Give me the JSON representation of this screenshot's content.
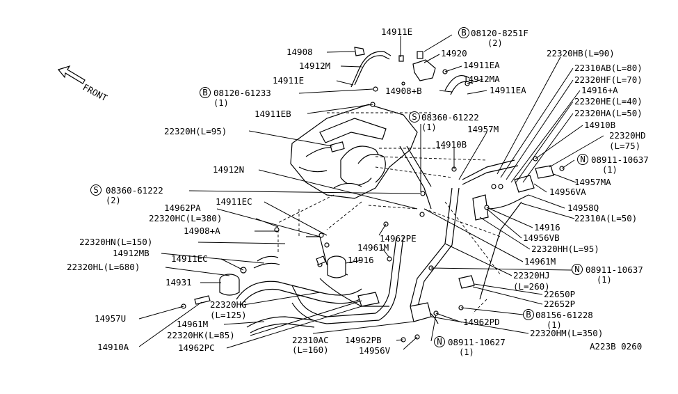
{
  "diagram": {
    "front_label": "FRONT",
    "diagram_code": "A223B  0260",
    "circle_prefixes": {
      "B": "B",
      "S": "S",
      "N": "N"
    },
    "labels": [
      {
        "id": "l01",
        "text": "14911E"
      },
      {
        "id": "l02",
        "text": "08120-8251F",
        "prefix": "B",
        "qty": "(2)"
      },
      {
        "id": "l03",
        "text": "14908"
      },
      {
        "id": "l04",
        "text": "14920"
      },
      {
        "id": "l05",
        "text": "14912M"
      },
      {
        "id": "l06",
        "text": "14911EA"
      },
      {
        "id": "l07",
        "text": "14911E"
      },
      {
        "id": "l08",
        "text": "14912MA"
      },
      {
        "id": "l09",
        "text": "08120-61233",
        "prefix": "B",
        "qty": "(1)"
      },
      {
        "id": "l10",
        "text": "14908+B"
      },
      {
        "id": "l11",
        "text": "14911EA"
      },
      {
        "id": "l12",
        "text": "14911EB"
      },
      {
        "id": "l13",
        "text": "08360-61222",
        "prefix": "S",
        "qty": "(1)"
      },
      {
        "id": "l14",
        "text": "22320H(L=95)"
      },
      {
        "id": "l15",
        "text": "14957M"
      },
      {
        "id": "l16",
        "text": "14910B"
      },
      {
        "id": "l17",
        "text": "22320HB(L=90)"
      },
      {
        "id": "l18",
        "text": "22310AB(L=80)"
      },
      {
        "id": "l19",
        "text": "22320HF(L=70)"
      },
      {
        "id": "l20",
        "text": "14916+A"
      },
      {
        "id": "l21",
        "text": "22320HE(L=40)"
      },
      {
        "id": "l22",
        "text": "22320HA(L=50)"
      },
      {
        "id": "l23",
        "text": "14910B"
      },
      {
        "id": "l24",
        "text": "22320HD"
      },
      {
        "id": "l25",
        "text": "(L=75)"
      },
      {
        "id": "l26",
        "text": "08911-10637",
        "prefix": "N",
        "qty": "(1)"
      },
      {
        "id": "l27",
        "text": "14912N"
      },
      {
        "id": "l28",
        "text": "14957MA"
      },
      {
        "id": "l29",
        "text": "14956VA"
      },
      {
        "id": "l30",
        "text": "08360-61222",
        "prefix": "S",
        "qty": "(2)"
      },
      {
        "id": "l31",
        "text": "14958Q"
      },
      {
        "id": "l32",
        "text": "14911EC"
      },
      {
        "id": "l33",
        "text": "14962PA"
      },
      {
        "id": "l34",
        "text": "22310A(L=50)"
      },
      {
        "id": "l35",
        "text": "22320HC(L=380)"
      },
      {
        "id": "l36",
        "text": "14916"
      },
      {
        "id": "l37",
        "text": "14908+A"
      },
      {
        "id": "l38",
        "text": "14962PE"
      },
      {
        "id": "l39",
        "text": "14956VB"
      },
      {
        "id": "l40",
        "text": "22320HN(L=150)"
      },
      {
        "id": "l41",
        "text": "14961M"
      },
      {
        "id": "l42",
        "text": "22320HH(L=95)"
      },
      {
        "id": "l43",
        "text": "14912MB"
      },
      {
        "id": "l44",
        "text": "14916"
      },
      {
        "id": "l45",
        "text": "14961M"
      },
      {
        "id": "l46",
        "text": "14911EC"
      },
      {
        "id": "l47",
        "text": "08911-10637",
        "prefix": "N",
        "qty": "(1)"
      },
      {
        "id": "l48",
        "text": "22320HL(L=680)"
      },
      {
        "id": "l49",
        "text": "22320HJ"
      },
      {
        "id": "l50",
        "text": "(L=260)"
      },
      {
        "id": "l51",
        "text": "14931"
      },
      {
        "id": "l52",
        "text": "22650P"
      },
      {
        "id": "l53",
        "text": "22320HG"
      },
      {
        "id": "l54",
        "text": "(L=125)"
      },
      {
        "id": "l55",
        "text": "22652P"
      },
      {
        "id": "l56",
        "text": "14957U"
      },
      {
        "id": "l57",
        "text": "08156-61228",
        "prefix": "B",
        "qty": "(1)"
      },
      {
        "id": "l58",
        "text": "14961M"
      },
      {
        "id": "l59",
        "text": "14962PD"
      },
      {
        "id": "l60",
        "text": "22320HK(L=85)"
      },
      {
        "id": "l61",
        "text": "22320HM(L=350)"
      },
      {
        "id": "l62",
        "text": "22310AC"
      },
      {
        "id": "l63",
        "text": "(L=160)"
      },
      {
        "id": "l64",
        "text": "14962PB"
      },
      {
        "id": "l65",
        "text": "08911-10627",
        "prefix": "N",
        "qty": "(1)"
      },
      {
        "id": "l66",
        "text": "14910A"
      },
      {
        "id": "l67",
        "text": "14962PC"
      },
      {
        "id": "l68",
        "text": "14956V"
      }
    ]
  }
}
